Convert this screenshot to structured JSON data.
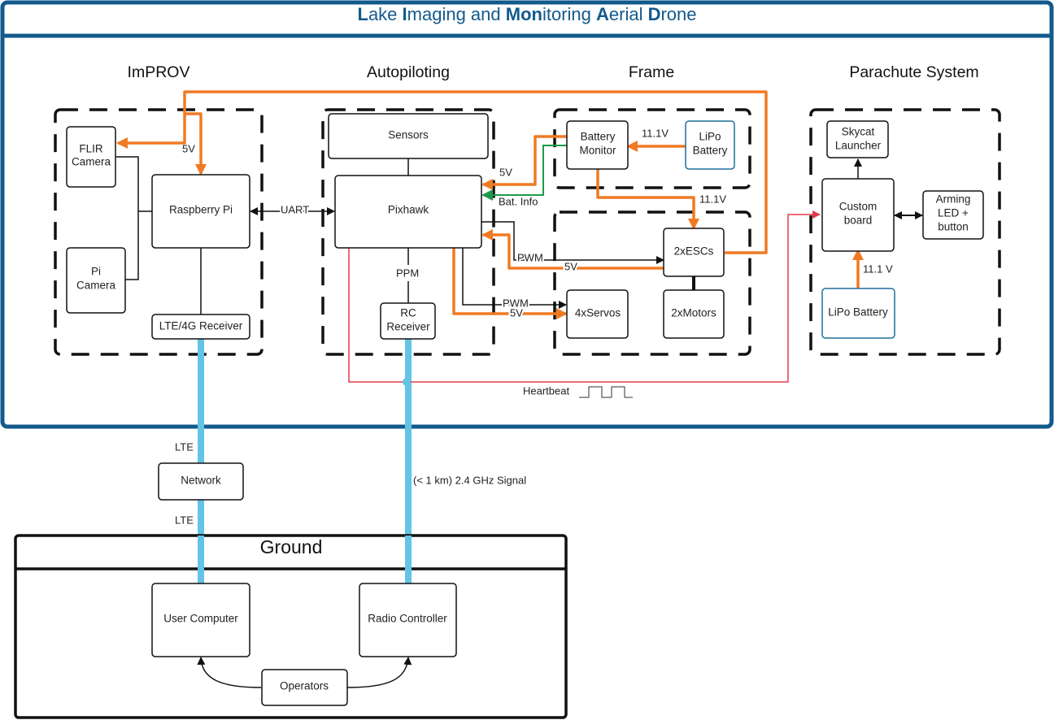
{
  "title": {
    "parts": [
      {
        "text": "L",
        "bold": true
      },
      {
        "text": "ake ",
        "bold": false
      },
      {
        "text": "I",
        "bold": true
      },
      {
        "text": "maging and ",
        "bold": false
      },
      {
        "text": "Mon",
        "bold": true
      },
      {
        "text": "itoring ",
        "bold": false
      },
      {
        "text": "A",
        "bold": true
      },
      {
        "text": "erial ",
        "bold": false
      },
      {
        "text": "D",
        "bold": true
      },
      {
        "text": "rone",
        "bold": false
      }
    ],
    "full": "Lake Imaging and Monitoring Aerial Drone"
  },
  "colors": {
    "frame_blue": "#135a8c",
    "power_orange": "#f07a23",
    "data_green": "#1f9a4a",
    "heartbeat_red": "#e53a4a",
    "wireless_cyan": "#65c3e6",
    "battery_border": "#1f6f9a"
  },
  "sections": {
    "improv": "ImPROV",
    "autopiloting": "Autopiloting",
    "frame": "Frame",
    "parachute": "Parachute System",
    "ground": "Ground"
  },
  "blocks": {
    "flir_camera": [
      "FLIR",
      "Camera"
    ],
    "pi_camera": [
      "Pi",
      "Camera"
    ],
    "raspberry_pi": [
      "Raspberry Pi"
    ],
    "lte_receiver": [
      "LTE/4G Receiver"
    ],
    "sensors": [
      "Sensors"
    ],
    "pixhawk": [
      "Pixhawk"
    ],
    "rc_receiver": [
      "RC",
      "Receiver"
    ],
    "battery_monitor": [
      "Battery",
      "Monitor"
    ],
    "lipo_battery_frame": [
      "LiPo",
      "Battery"
    ],
    "escs": [
      "2xESCs"
    ],
    "servos": [
      "4xServos"
    ],
    "motors": [
      "2xMotors"
    ],
    "skycat_launcher": [
      "Skycat",
      "Launcher"
    ],
    "custom_board": [
      "Custom",
      "board"
    ],
    "arming": [
      "Arming",
      "LED +",
      "button"
    ],
    "lipo_battery_parachute": [
      "LiPo Battery"
    ],
    "network": [
      "Network"
    ],
    "user_computer": [
      "User Computer"
    ],
    "radio_controller": [
      "Radio Controller"
    ],
    "operators": [
      "Operators"
    ]
  },
  "edge_labels": {
    "five_v_pi": "5V",
    "uart": "UART",
    "five_v_pixhawk": "5V",
    "bat_info": "Bat. Info",
    "battery_volt": "11.1V",
    "esc_volt": "11.1V",
    "pwm_esc": "PWM",
    "five_v_esc": "5V",
    "ppm": "PPM",
    "pwm_servo": "PWM",
    "five_v_servo": "5V",
    "parachute_volt": "11.1 V",
    "heartbeat": "Heartbeat",
    "lte_top": "LTE",
    "lte_bottom": "LTE",
    "rc_signal": "(< 1 km) 2.4 GHz Signal"
  }
}
